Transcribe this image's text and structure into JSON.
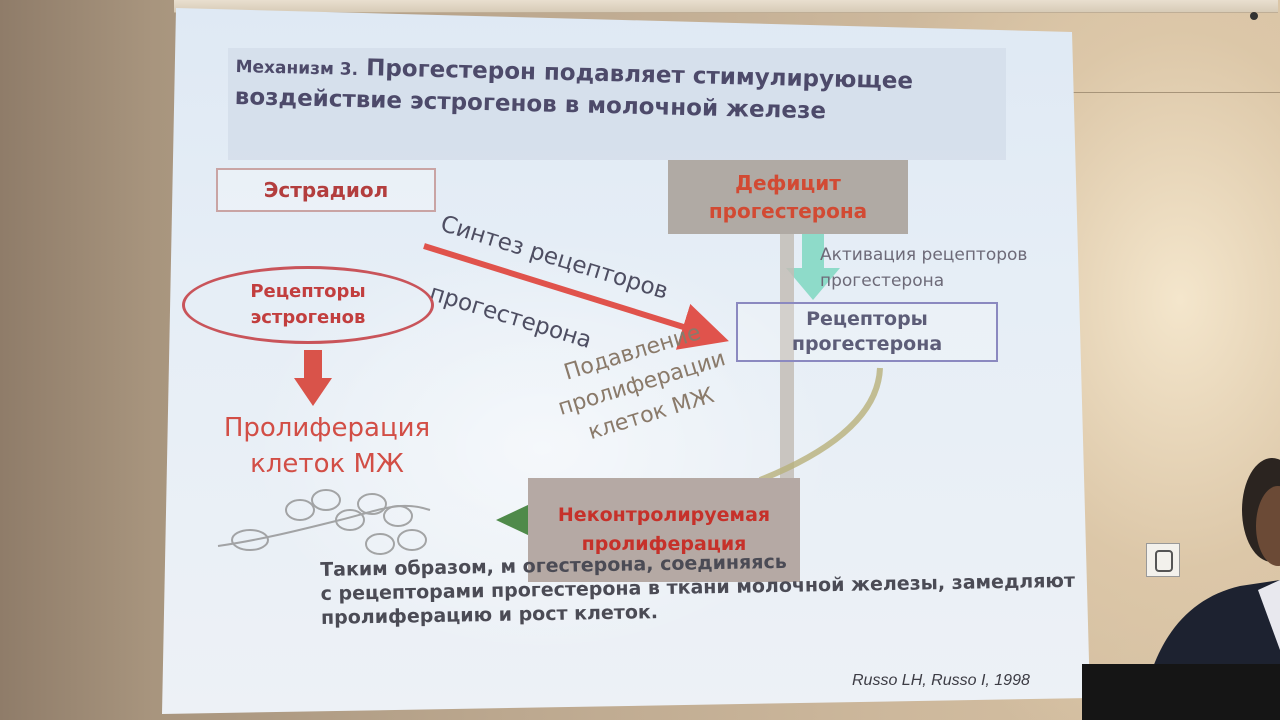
{
  "slide": {
    "title_prefix": "Механизм 3.",
    "title_rest": "Прогестерон подавляет стимулирующее",
    "title_line2": "воздействие эстрогенов в молочной железе",
    "estradiol": "Эстрадиол",
    "deficit_line1": "Дефицит",
    "deficit_line2": "прогестерона",
    "activation_line1": "Активация рецепторов",
    "activation_line2": "прогестерона",
    "synthesis_line1": "Синтез рецепторов",
    "synthesis_line2": "прогестерона",
    "estrogen_receptors_line1": "Рецепторы",
    "estrogen_receptors_line2": "эстрогенов",
    "progesterone_receptors_line1": "Рецепторы",
    "progesterone_receptors_line2": "прогестерона",
    "suppression_line1": "Подавление",
    "suppression_line2": "пролиферации",
    "suppression_line3": "клеток МЖ",
    "proliferation_line1": "Пролиферация",
    "proliferation_line2": "клеток МЖ",
    "uncontrolled_line1": "Неконтролируемая",
    "uncontrolled_line2": "пролиферация",
    "bottom_line1": "Таким образом, м                                  огестерона, соединяясь",
    "bottom_line2": "с рецепторами прогестерона в ткани молочной железы, замедляют",
    "bottom_line3": "пролиферацию и рост клеток.",
    "citation": "Russo LH, Russo I, 1998"
  },
  "colors": {
    "red": "#d24e46",
    "teal_arrow": "#7fd3c4",
    "green_arrow": "#4f8a4a",
    "gray_arrow": "#b8b2ac"
  }
}
